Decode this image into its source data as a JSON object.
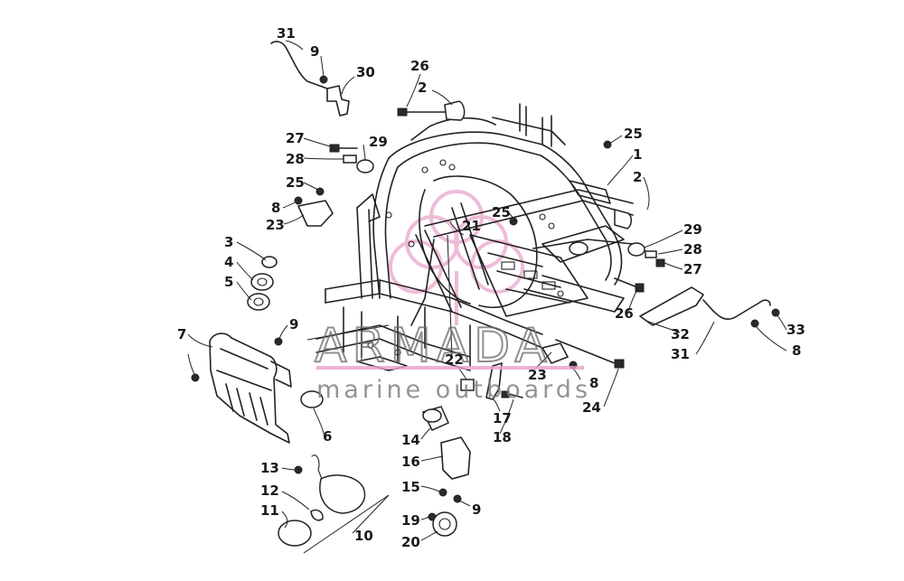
{
  "watermark": {
    "brand": "ARMADA",
    "tagline": "marine outboards",
    "accent_color": "#e8a0c8"
  },
  "callouts": [
    "31",
    "9",
    "30",
    "26",
    "2",
    "27",
    "29",
    "28",
    "25",
    "8",
    "23",
    "3",
    "4",
    "5",
    "7",
    "9",
    "21",
    "25",
    "25",
    "1",
    "2",
    "29",
    "28",
    "27",
    "26",
    "32",
    "31",
    "33",
    "8",
    "22",
    "23",
    "8",
    "24",
    "17",
    "18",
    "6",
    "14",
    "16",
    "15",
    "9",
    "13",
    "12",
    "11",
    "10",
    "19",
    "20"
  ]
}
